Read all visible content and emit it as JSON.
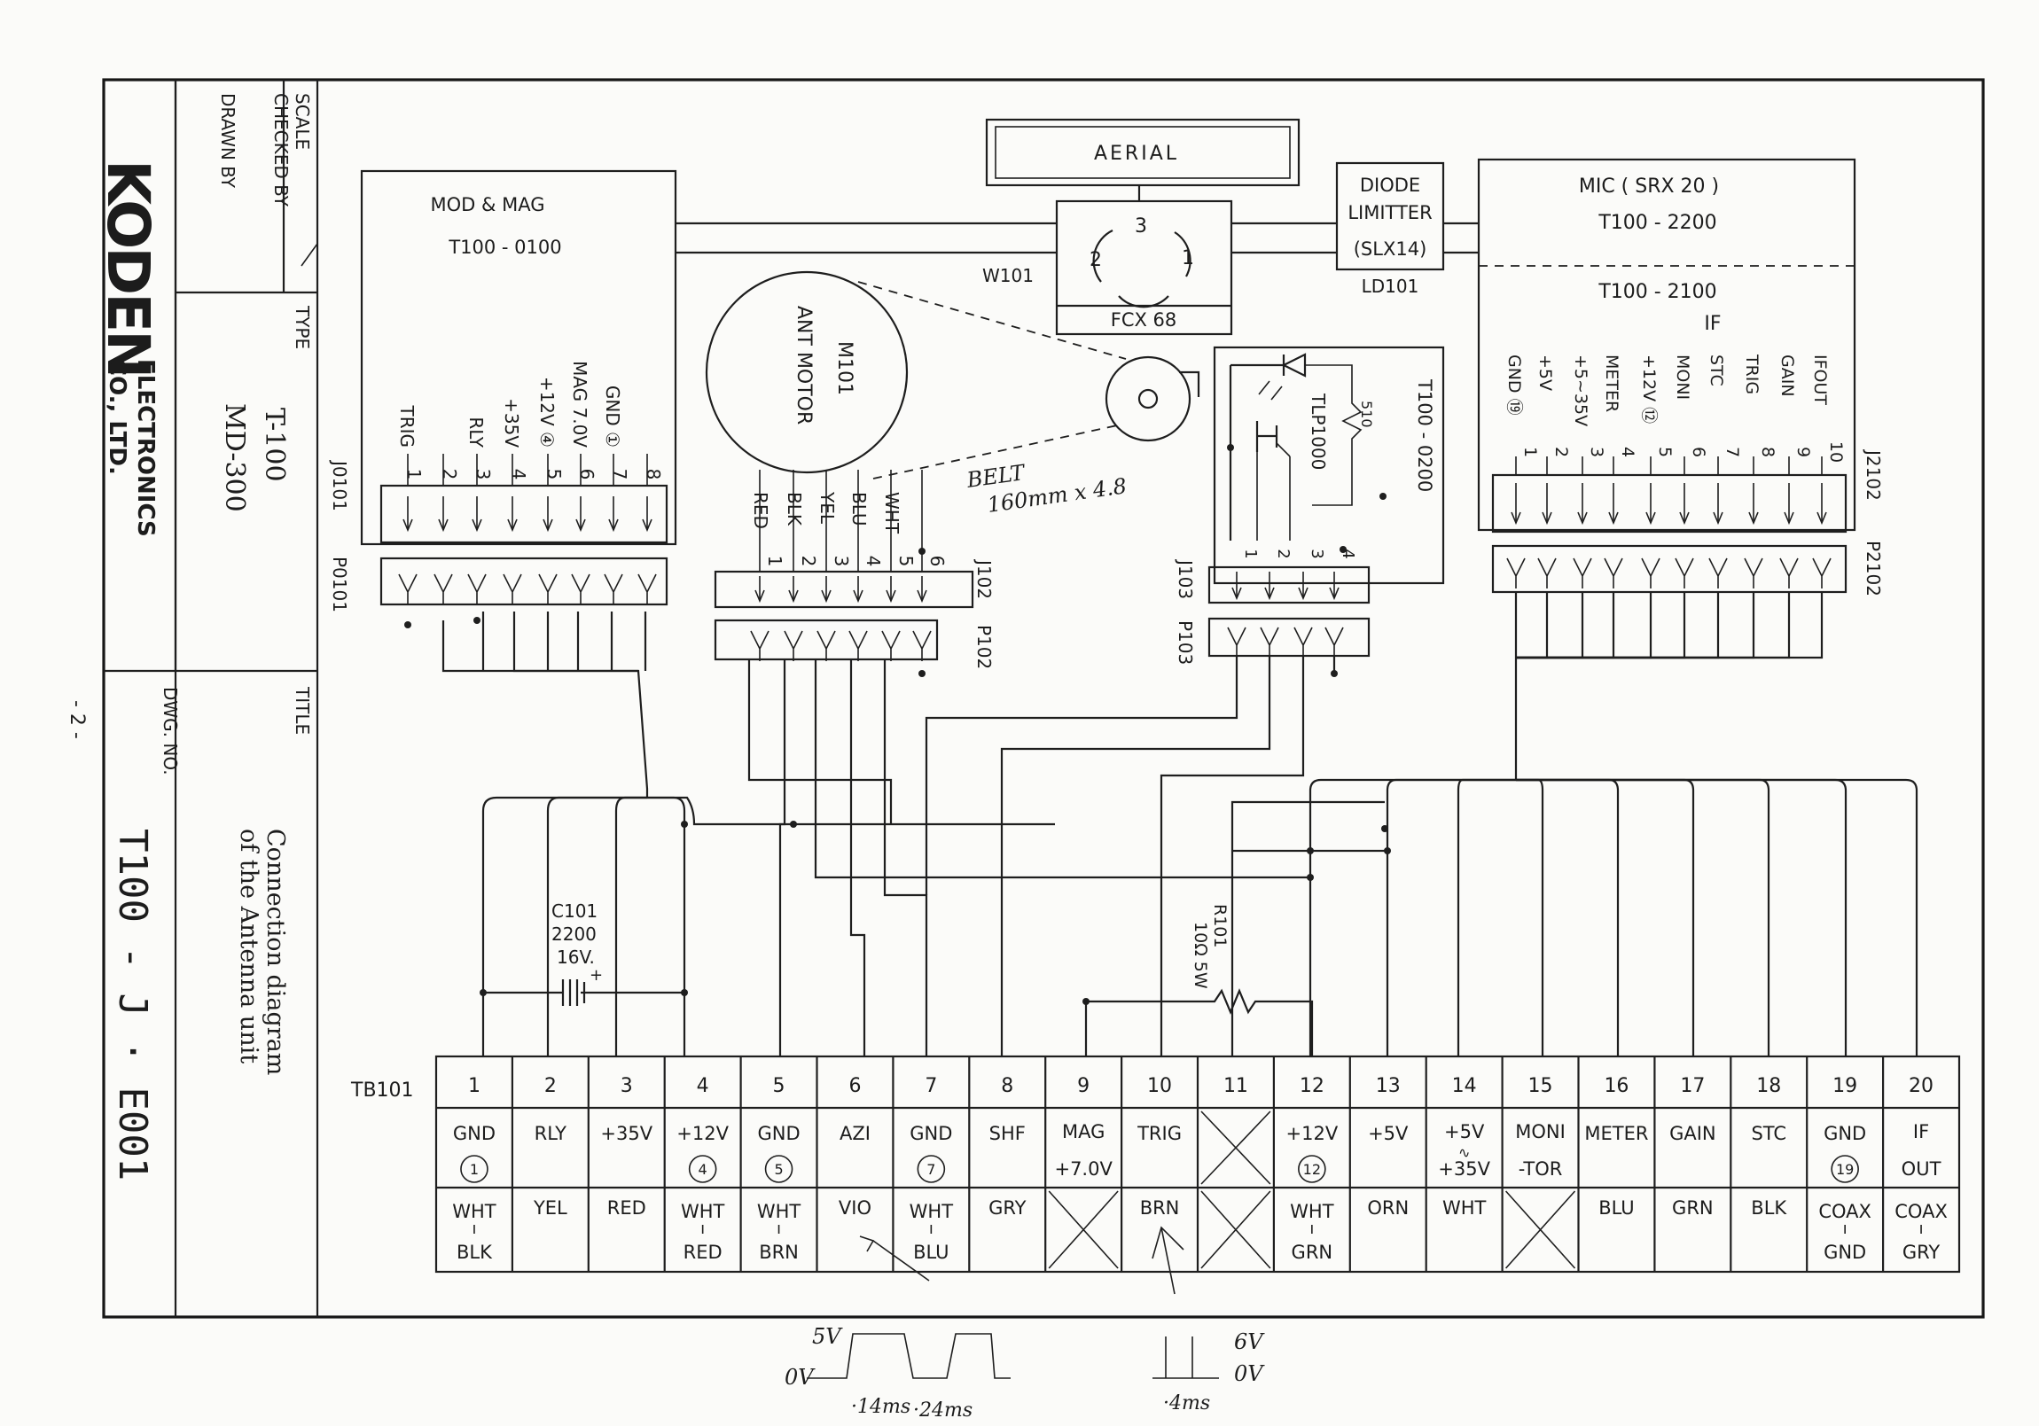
{
  "title_block": {
    "scale_label": "SCALE",
    "checked_by_label": "CHECKED BY",
    "drawn_by_label": "DRAWN BY",
    "company_logo": "KODEN",
    "company_line1": "ELECTRONICS",
    "company_line2": "CO., LTD.",
    "type_label": "TYPE",
    "type_value1": "T-100",
    "type_value2": "MD-300",
    "title_label": "TITLE",
    "title_value1": "Connection diagram",
    "title_value2": "of the Antenna unit",
    "dwg_label": "DWG. NO.",
    "dwg_value": "T100 - J · E001",
    "page_number": "- 2 -"
  },
  "aerial": {
    "label": "AERIAL"
  },
  "rotary_joint": {
    "label": "FCX 68",
    "ref": "W101",
    "port1": "1",
    "port2": "2",
    "port3": "3"
  },
  "diode_limiter": {
    "line1": "DIODE",
    "line2": "LIMITTER",
    "line3": "(SLX14)",
    "ref": "LD101"
  },
  "mod_mag": {
    "line1": "MOD  &  MAG",
    "line2": "T100 - 0100",
    "connector_j": "J0101",
    "connector_p": "P0101",
    "pins": [
      {
        "num": "1",
        "label": "TRIG"
      },
      {
        "num": "2",
        "label": ""
      },
      {
        "num": "3",
        "label": "RLY"
      },
      {
        "num": "4",
        "label": "+35V"
      },
      {
        "num": "5",
        "label": "+12V ④"
      },
      {
        "num": "6",
        "label": "MAG 7.0V"
      },
      {
        "num": "7",
        "label": "GND ①"
      },
      {
        "num": "8",
        "label": ""
      }
    ]
  },
  "motor": {
    "ref": "M101",
    "label": "ANT  MOTOR",
    "connector_j": "J102",
    "connector_p": "P102",
    "pins": [
      {
        "num": "1",
        "label": "RED"
      },
      {
        "num": "2",
        "label": "BLK"
      },
      {
        "num": "3",
        "label": "YEL"
      },
      {
        "num": "4",
        "label": "BLU"
      },
      {
        "num": "5",
        "label": "WHT"
      },
      {
        "num": "6",
        "label": ""
      }
    ],
    "belt_note_line1": "BELT",
    "belt_note_line2": "160mm x 4.8"
  },
  "sensor": {
    "ref": "T100 - 0200",
    "part": "TLP1000",
    "resistor": "510",
    "connector_j": "J103",
    "connector_p": "P103",
    "pins": [
      "1",
      "2",
      "3",
      "4"
    ]
  },
  "mic_if": {
    "mic_line1": "MIC  ( SRX 20 )",
    "mic_line2": "T100 - 2200",
    "if_line1": "T100 - 2100",
    "if_line2": "IF",
    "connector_j": "J2102",
    "connector_p": "P2102",
    "pins": [
      {
        "num": "1",
        "label": "GND ⑲"
      },
      {
        "num": "2",
        "label": "+5V"
      },
      {
        "num": "3",
        "label": "+5~35V"
      },
      {
        "num": "4",
        "label": "METER"
      },
      {
        "num": "5",
        "label": "+12V ⑫"
      },
      {
        "num": "6",
        "label": "MONI"
      },
      {
        "num": "7",
        "label": "STC"
      },
      {
        "num": "8",
        "label": "TRIG"
      },
      {
        "num": "9",
        "label": "GAIN"
      },
      {
        "num": "10",
        "label": "IFOUT"
      }
    ]
  },
  "capacitor": {
    "ref": "C101",
    "value": "2200",
    "voltage": "16V."
  },
  "resistor": {
    "ref": "R101",
    "value": "10Ω 5W"
  },
  "terminal_block": {
    "ref": "TB101",
    "terminals": [
      {
        "num": "1",
        "signal": "GND",
        "signal2": "",
        "circle": "1",
        "wire": "WHT",
        "wire2": "BLK",
        "x_signal": false,
        "x_wire": false
      },
      {
        "num": "2",
        "signal": "RLY",
        "signal2": "",
        "circle": "",
        "wire": "YEL",
        "wire2": "",
        "x_signal": false,
        "x_wire": false
      },
      {
        "num": "3",
        "signal": "+35V",
        "signal2": "",
        "circle": "",
        "wire": "RED",
        "wire2": "",
        "x_signal": false,
        "x_wire": false
      },
      {
        "num": "4",
        "signal": "+12V",
        "signal2": "",
        "circle": "4",
        "wire": "WHT",
        "wire2": "RED",
        "x_signal": false,
        "x_wire": false
      },
      {
        "num": "5",
        "signal": "GND",
        "signal2": "",
        "circle": "5",
        "wire": "WHT",
        "wire2": "BRN",
        "x_signal": false,
        "x_wire": false
      },
      {
        "num": "6",
        "signal": "AZI",
        "signal2": "",
        "circle": "",
        "wire": "VIO",
        "wire2": "",
        "x_signal": false,
        "x_wire": false
      },
      {
        "num": "7",
        "signal": "GND",
        "signal2": "",
        "circle": "7",
        "wire": "WHT",
        "wire2": "BLU",
        "x_signal": false,
        "x_wire": false
      },
      {
        "num": "8",
        "signal": "SHF",
        "signal2": "",
        "circle": "",
        "wire": "GRY",
        "wire2": "",
        "x_signal": false,
        "x_wire": false
      },
      {
        "num": "9",
        "signal": "MAG",
        "signal2": "+7.0V",
        "circle": "",
        "wire": "",
        "wire2": "",
        "x_signal": false,
        "x_wire": true
      },
      {
        "num": "10",
        "signal": "TRIG",
        "signal2": "",
        "circle": "",
        "wire": "BRN",
        "wire2": "",
        "x_signal": false,
        "x_wire": false
      },
      {
        "num": "11",
        "signal": "",
        "signal2": "",
        "circle": "",
        "wire": "",
        "wire2": "",
        "x_signal": true,
        "x_wire": true
      },
      {
        "num": "12",
        "signal": "+12V",
        "signal2": "",
        "circle": "12",
        "wire": "WHT",
        "wire2": "GRN",
        "x_signal": false,
        "x_wire": false
      },
      {
        "num": "13",
        "signal": "+5V",
        "signal2": "",
        "circle": "",
        "wire": "ORN",
        "wire2": "",
        "x_signal": false,
        "x_wire": false
      },
      {
        "num": "14",
        "signal": "+5V",
        "signal2": "+35V",
        "circle": "",
        "wire": "WHT",
        "wire2": "",
        "x_signal": false,
        "x_wire": false
      },
      {
        "num": "15",
        "signal": "MONI",
        "signal2": "-TOR",
        "circle": "",
        "wire": "",
        "wire2": "",
        "x_signal": false,
        "x_wire": true
      },
      {
        "num": "16",
        "signal": "METER",
        "signal2": "",
        "circle": "",
        "wire": "BLU",
        "wire2": "",
        "x_signal": false,
        "x_wire": false
      },
      {
        "num": "17",
        "signal": "GAIN",
        "signal2": "",
        "circle": "",
        "wire": "GRN",
        "wire2": "",
        "x_signal": false,
        "x_wire": false
      },
      {
        "num": "18",
        "signal": "STC",
        "signal2": "",
        "circle": "",
        "wire": "BLK",
        "wire2": "",
        "x_signal": false,
        "x_wire": false
      },
      {
        "num": "19",
        "signal": "GND",
        "signal2": "",
        "circle": "19",
        "wire": "COAX",
        "wire2": "GND",
        "x_signal": false,
        "x_wire": false
      },
      {
        "num": "20",
        "signal": "IF",
        "signal2": "OUT",
        "circle": "",
        "wire": "COAX",
        "wire2": "GRY",
        "x_signal": false,
        "x_wire": false
      }
    ]
  },
  "handwritten": {
    "azi_high": "5V",
    "azi_low": "0V",
    "azi_t1": "·14ms",
    "azi_t2": "·24ms",
    "trig_high": "6V",
    "trig_low": "0V",
    "trig_t": "·4ms"
  }
}
